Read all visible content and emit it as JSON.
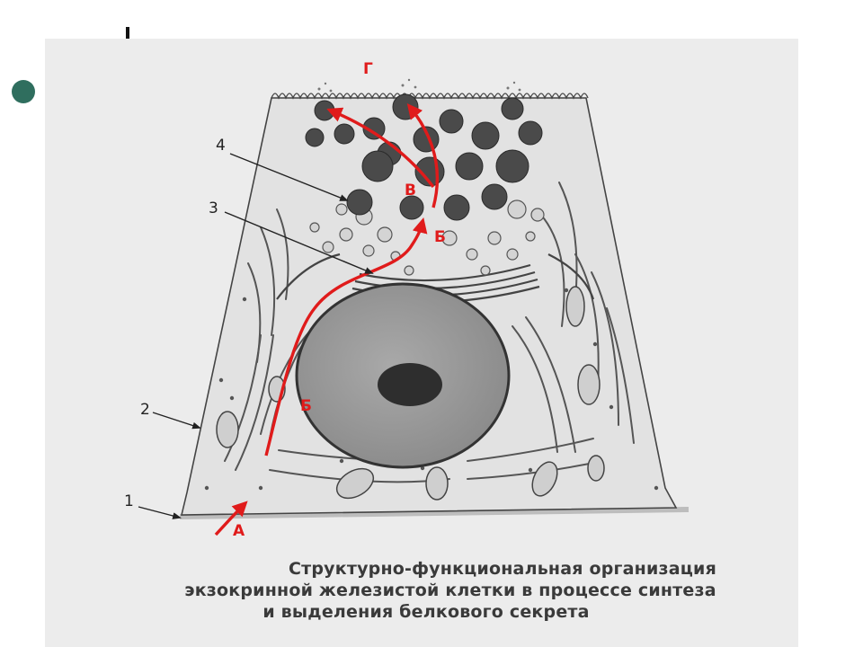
{
  "labels": {
    "n1": "1",
    "n2": "2",
    "n3": "3",
    "n4": "4",
    "a": "А",
    "b_lower": "Б",
    "b_upper": "Б",
    "v": "В",
    "g": "Г"
  },
  "caption": {
    "line1": "Структурно-функциональная организация",
    "line2": "экзокринной железистой клетки в процессе синтеза",
    "line3": "и выделения белкового секрета"
  },
  "colors": {
    "arrow": "#e01b1b",
    "bullet": "#2f6e5e",
    "panel": "#ececec"
  }
}
